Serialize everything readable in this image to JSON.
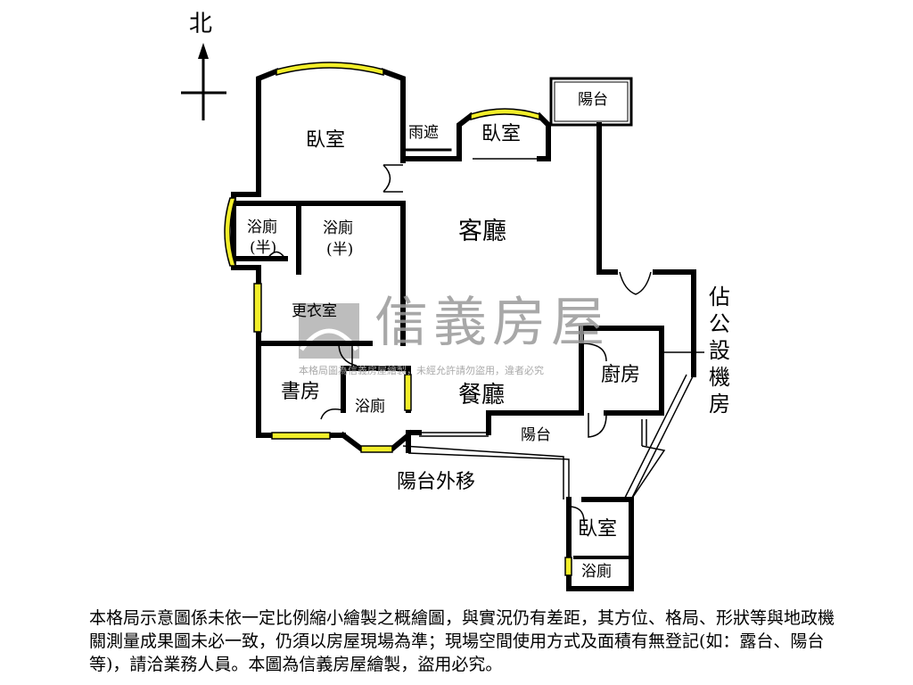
{
  "compass": {
    "north": "北"
  },
  "watermark": {
    "brand": "信義房屋",
    "notice": "本格局圖為信義房屋繪製，未經允許請勿盜用，違者必究"
  },
  "rooms": {
    "bedroom_main": "臥室",
    "rain_shelter": "雨遮",
    "bedroom_small": "臥室",
    "balcony_top": "陽台",
    "living_room": "客廳",
    "half_bath_1": "浴廁",
    "half_bath_1_sub": "(半)",
    "half_bath_2": "浴廁",
    "half_bath_2_sub": "(半)",
    "closet": "更衣室",
    "dining_room": "餐廳",
    "study": "書房",
    "bathroom": "浴廁",
    "kitchen": "廚房",
    "balcony_bottom": "陽台",
    "balcony_moved": "陽台外移",
    "bedroom_bottom": "臥室",
    "bathroom_bottom": "浴廁",
    "utility_room": "佔公設機房"
  },
  "colors": {
    "wall": "#000000",
    "window": "#f2ee2a"
  },
  "disclaimer": "本格局示意圖係未依一定比例縮小繪製之概繪圖，與實況仍有差距，其方位、格局、形狀等與地政機關測量成果圖未必一致，仍須以房屋現場為準；現場空間使用方式及面積有無登記(如：露台、陽台等)，請洽業務人員。本圖為信義房屋繪製，盜用必究。"
}
